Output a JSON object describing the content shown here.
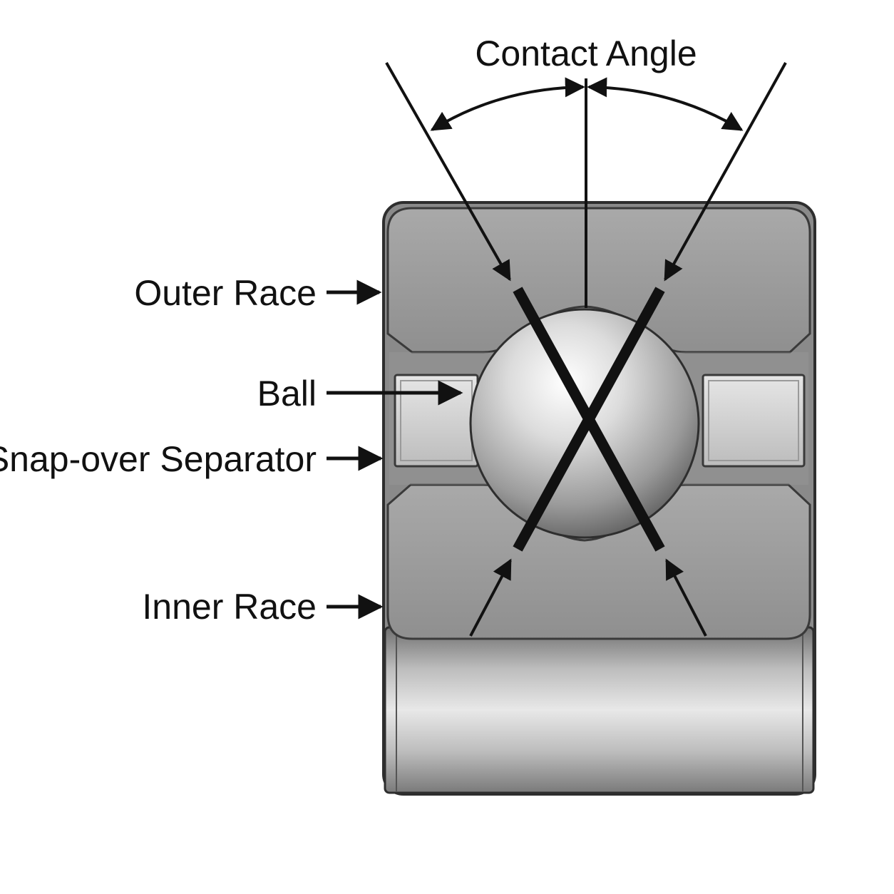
{
  "labels": {
    "contact_angle": "Contact Angle",
    "outer_race": "Outer Race",
    "ball": "Ball",
    "separator": "Snap-over Separator",
    "inner_race": "Inner Race"
  },
  "colors": {
    "ink": "#111111",
    "race": "#9e9e9e",
    "race_edge": "#3a3a3a",
    "separator": "#cfcfcf",
    "ball_highlight": "#ffffff",
    "ball_shadow": "#6f6f6f",
    "background": "#ffffff"
  },
  "icons": {
    "label_pointer": "arrow-right-icon",
    "angle_indicator": "double-arrow-arc-icon"
  }
}
